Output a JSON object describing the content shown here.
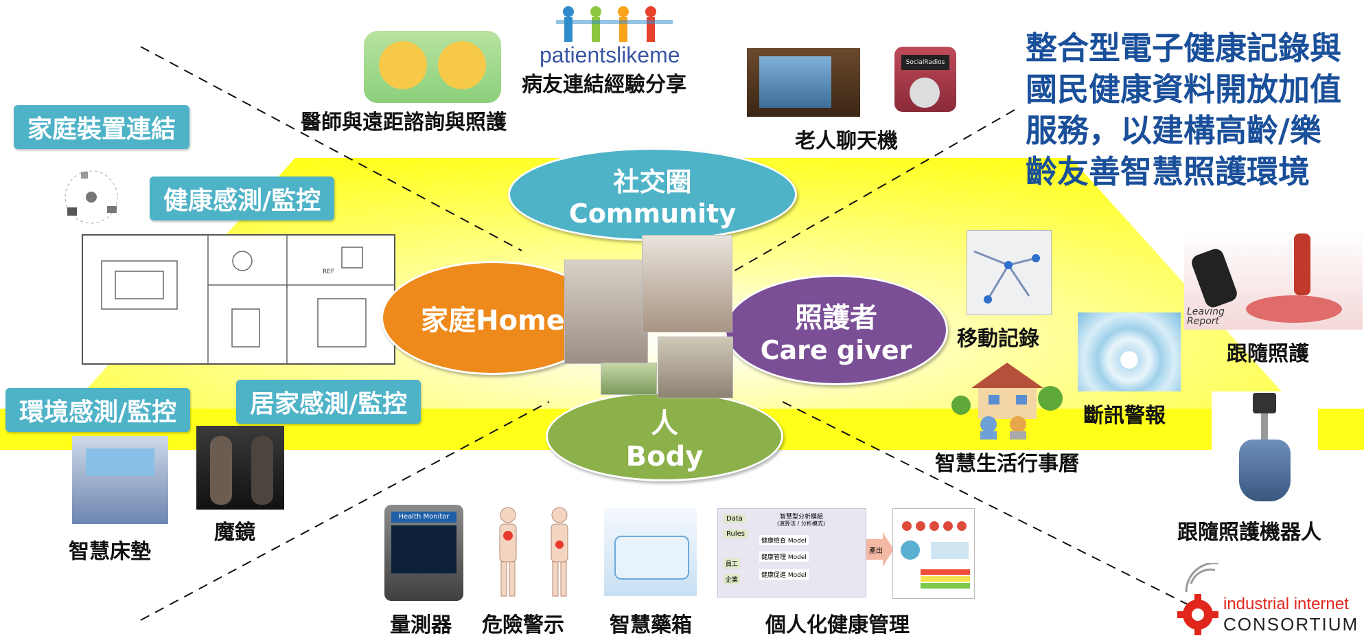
{
  "title_lines": [
    "整合型電子健康記錄與",
    "國民健康資料開放加值",
    "服務，以建構高齡/樂",
    "齡友善智慧照護環境"
  ],
  "center": {
    "community": {
      "zh": "社交圈",
      "en": "Community"
    },
    "home": {
      "label": "家庭Home"
    },
    "caregiver": {
      "zh": "照護者",
      "en": "Care giver"
    },
    "body": {
      "zh": "人",
      "en": "Body"
    }
  },
  "tags": {
    "device_link": "家庭裝置連結",
    "health_sensing": "健康感測/監控",
    "env_sensing": "環境感測/監控",
    "home_sensing": "居家感測/監控"
  },
  "labels": {
    "telecare": "醫師與遠距諮詢與照護",
    "patients_logo": "patientslikeme",
    "patients_caption": "病友連結經驗分享",
    "chat_machine": "老人聊天機",
    "mobile_record": "移動記錄",
    "follow_care": "跟隨照護",
    "disconnect_alarm": "斷訊警報",
    "smart_calendar": "智慧生活行事曆",
    "follow_robot": "跟隨照護機器人",
    "smart_mattress": "智慧床墊",
    "magic_mirror": "魔鏡",
    "meter": "量測器",
    "danger_alert": "危險警示",
    "smart_pillbox": "智慧藥箱",
    "personal_health": "個人化健康管理"
  },
  "logo": {
    "line1": "industrial internet",
    "line2": "CONSORTIUM"
  },
  "image_text": {
    "leaving_report": "Leaving Report",
    "health_monitor": "Health Monitor",
    "model_data": "Data",
    "model_rules": "Rules",
    "model_title": "智慧型分析模組",
    "model_sub": "(演算法 / 分析模式)",
    "model_1": "健康檢查 Model",
    "model_2": "健康管理 Model",
    "model_3": "健康促進 Model",
    "model_side1": "員工",
    "model_side2": "企業",
    "model_arrow": "產出",
    "radio_text": "SocialRadios",
    "floor_ref": "REF"
  },
  "colors": {
    "community": "#4fb3c8",
    "home": "#ee8a1c",
    "caregiver": "#7b4f96",
    "body": "#8cb04a",
    "title": "#1a4f9a",
    "tag": "#4fb3c8",
    "yellow": "#ffff1a"
  }
}
